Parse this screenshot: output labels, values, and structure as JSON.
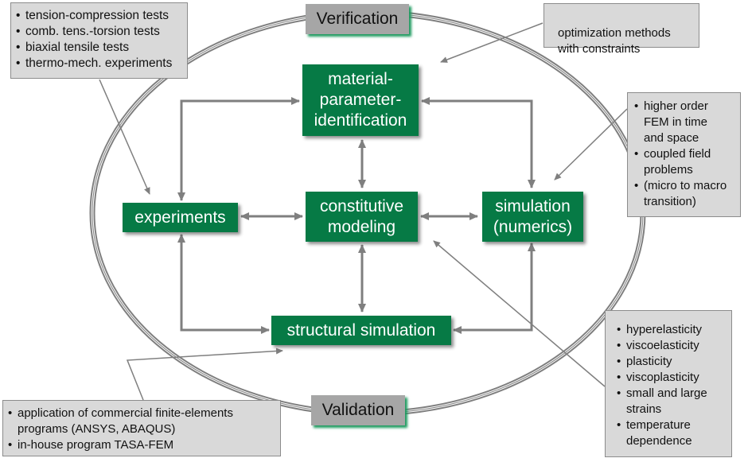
{
  "ellipse_labels": {
    "top": "Verification",
    "bottom": "Validation"
  },
  "boxes": {
    "identification": "material-\nparameter-\nidentification",
    "experiments": "experiments",
    "constitutive": "constitutive\nmodeling",
    "simulation": "simulation\n(numerics)",
    "structural": "structural simulation"
  },
  "notes": {
    "experiments_methods": [
      "tension-compression tests",
      "comb. tens.-torsion tests",
      "biaxial tensile tests",
      "thermo-mech. experiments"
    ],
    "optimization": "optimization methods\nwith constraints",
    "numerics": [
      "higher order\nFEM in time\nand space",
      "coupled field\nproblems",
      "(micro to macro\ntransition)"
    ],
    "material_models": [
      "hyperelasticity",
      "viscoelasticity",
      "plasticity",
      "viscoplasticity",
      "small and large\nstrains",
      "temperature\ndependence"
    ],
    "programs": [
      "application of commercial finite-elements\nprograms (ANSYS, ABAQUS)",
      "in-house program TASA-FEM"
    ]
  },
  "colors": {
    "box_green": "#067a45",
    "note_gray": "#d9d9d9",
    "label_gray": "#a6a6a6",
    "arrow_gray": "#7f7f7f"
  }
}
